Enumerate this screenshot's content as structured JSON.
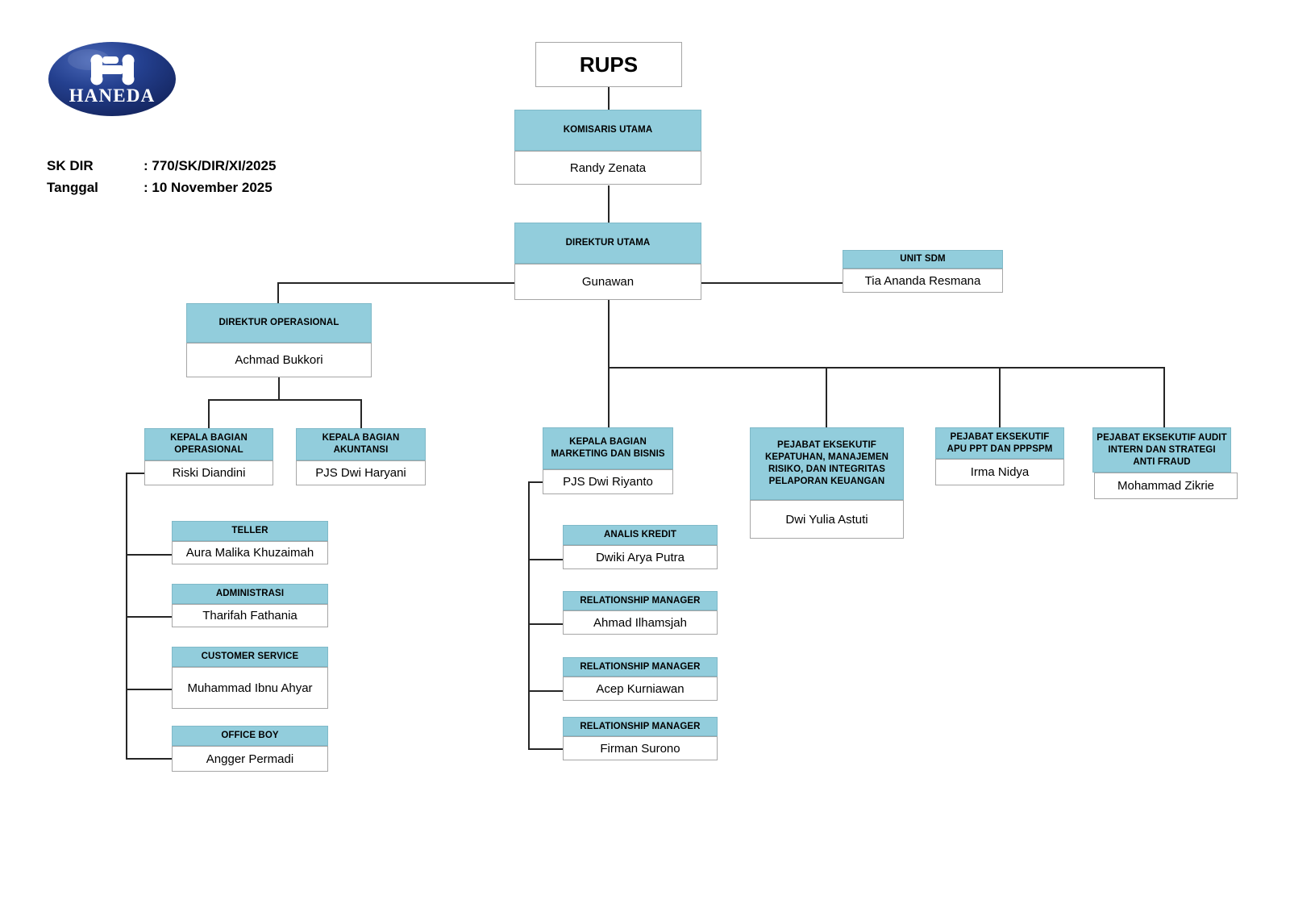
{
  "document": {
    "logo": {
      "brand": "HANEDA",
      "shape": "ellipse-logo",
      "color": "#1f3c8c"
    },
    "meta": [
      {
        "label": "SK DIR",
        "value": ": 770/SK/DIR/XI/2025"
      },
      {
        "label": "Tanggal",
        "value": ": 10 November 2025"
      }
    ]
  },
  "theme": {
    "header_fill": "#92cddc",
    "header_border": "#7fb9c8",
    "name_fill": "#ffffff",
    "name_border": "#a6a6a6",
    "line_color": "#262626"
  },
  "chart_nodes": {
    "rups": {
      "title": "RUPS",
      "name": ""
    },
    "komisaris_utama": {
      "title": "KOMISARIS UTAMA",
      "name": "Randy Zenata"
    },
    "direktur_utama": {
      "title": "DIREKTUR UTAMA",
      "name": "Gunawan"
    },
    "unit_sdm": {
      "title": "UNIT SDM",
      "name": "Tia Ananda Resmana"
    },
    "direktur_operasional": {
      "title": "DIREKTUR OPERASIONAL",
      "name": "Achmad Bukkori"
    },
    "kabag_operasional": {
      "title": "KEPALA BAGIAN OPERASIONAL",
      "name": "Riski Diandini"
    },
    "kabag_akuntansi": {
      "title": "KEPALA BAGIAN AKUNTANSI",
      "name": "PJS Dwi Haryani"
    },
    "teller": {
      "title": "TELLER",
      "name": "Aura Malika Khuzaimah"
    },
    "administrasi": {
      "title": "ADMINISTRASI",
      "name": "Tharifah Fathania"
    },
    "customer_service": {
      "title": "CUSTOMER SERVICE",
      "name": "Muhammad Ibnu Ahyar"
    },
    "office_boy": {
      "title": "OFFICE BOY",
      "name": "Angger Permadi"
    },
    "kabag_marketing": {
      "title": "KEPALA BAGIAN MARKETING DAN BISNIS",
      "name": "PJS Dwi Riyanto"
    },
    "analis_kredit": {
      "title": "ANALIS KREDIT",
      "name": "Dwiki Arya Putra"
    },
    "rm_1": {
      "title": "RELATIONSHIP MANAGER",
      "name": "Ahmad Ilhamsjah"
    },
    "rm_2": {
      "title": "RELATIONSHIP MANAGER",
      "name": "Acep Kurniawan"
    },
    "rm_3": {
      "title": "RELATIONSHIP MANAGER",
      "name": "Firman Surono"
    },
    "pe_kepatuhan": {
      "title": "PEJABAT EKSEKUTIF KEPATUHAN, MANAJEMEN RISIKO, DAN INTEGRITAS PELAPORAN KEUANGAN",
      "name": "Dwi Yulia Astuti"
    },
    "pe_apu_ppt": {
      "title": "PEJABAT EKSEKUTIF APU PPT DAN PPPSPM",
      "name": "Irma Nidya"
    },
    "pe_audit": {
      "title": "PEJABAT EKSEKUTIF AUDIT INTERN DAN STRATEGI ANTI FRAUD",
      "name": "Mohammad Zikrie"
    }
  }
}
